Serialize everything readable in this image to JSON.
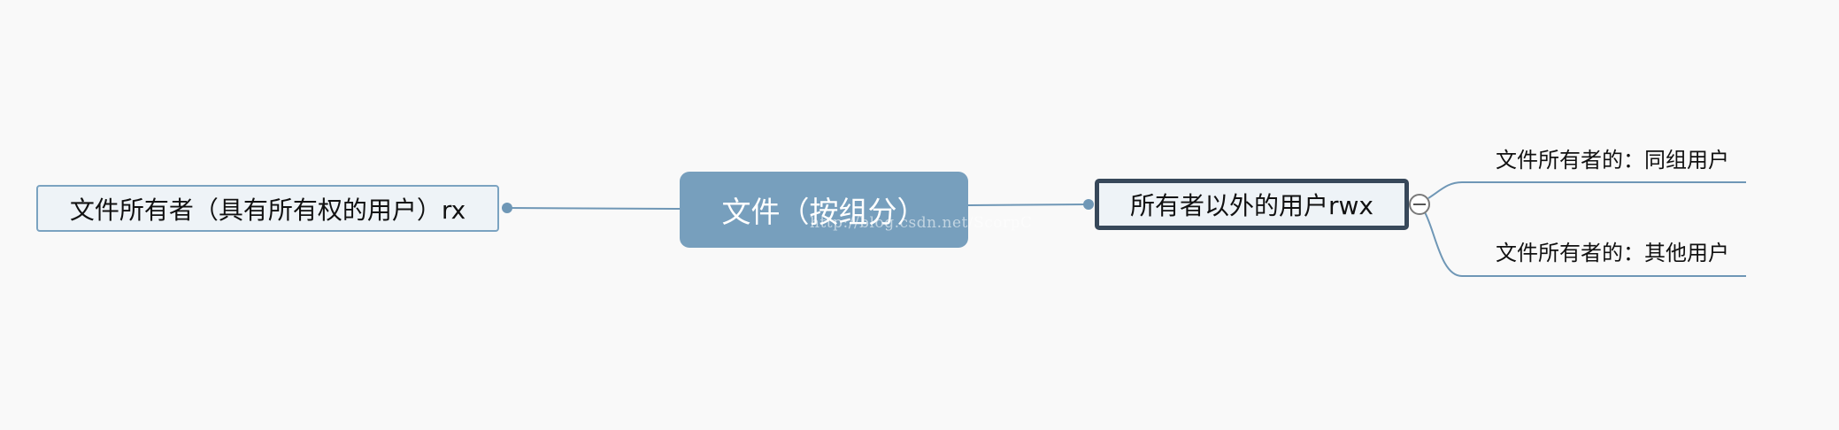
{
  "mindmap": {
    "center": {
      "label": "文件（按组分）"
    },
    "left_branch": {
      "label": "文件所有者（具有所有权的用户）rx"
    },
    "right_branch": {
      "label": "所有者以外的用户rwx",
      "children": [
        {
          "label": "文件所有者的：同组用户"
        },
        {
          "label": "文件所有者的：其他用户"
        }
      ]
    }
  },
  "watermark": "http://blog.csdn.net/ScorpC",
  "colors": {
    "background": "#f9f9f9",
    "center_fill": "#779fbd",
    "branch_fill": "#eef3f7",
    "branch_border": "#7ba3c1",
    "selected_border": "#37485a",
    "connector": "#6f97b6"
  }
}
